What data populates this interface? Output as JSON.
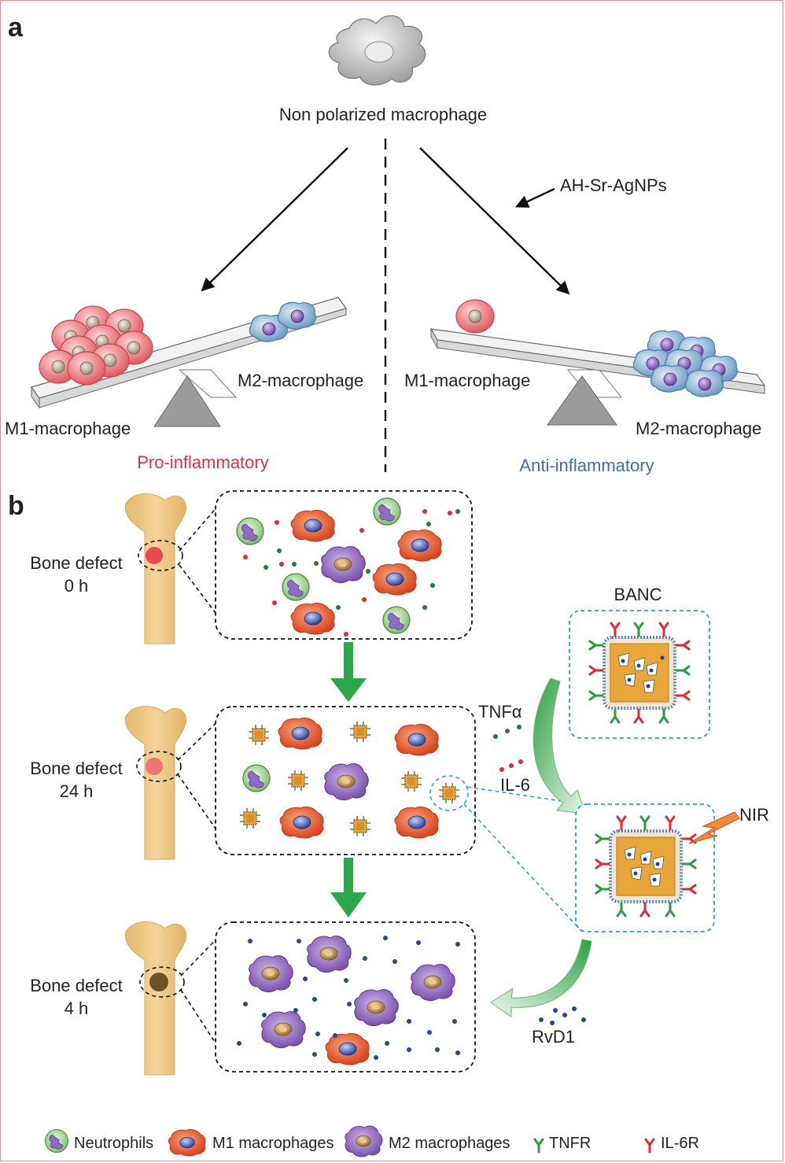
{
  "colors": {
    "border": "#e38b8f",
    "pro_inflammatory": "#e0323a",
    "anti_inflammatory": "#3e6fa6",
    "arrow_green": "#2aa84a",
    "banc_box": "#2d9fd8",
    "bone": "#f0c983",
    "tnfr": "#2e9a3e",
    "il6r": "#dd2b33",
    "m1_cell": "#e2592e",
    "m2_cell": "#8a61b8",
    "rvd1_dot": "#23479c"
  },
  "panel_a": {
    "label": "a",
    "root_label": "Non polarized macrophage",
    "treatment_label": "AH-Sr-AgNPs",
    "left": {
      "m1_label": "M1-macrophage",
      "m2_label": "M2-macrophage",
      "state_label": "Pro-inflammatory"
    },
    "right": {
      "m1_label": "M1-macrophage",
      "m2_label": "M2-macrophage",
      "state_label": "Anti-inflammatory"
    }
  },
  "panel_b": {
    "label": "b",
    "stages": [
      {
        "title": "Bone defect",
        "time": "0 h"
      },
      {
        "title": "Bone defect",
        "time": "24 h"
      },
      {
        "title": "Bone defect",
        "time": "4 h"
      }
    ],
    "banc_label": "BANC",
    "tnf_label": "TNFα",
    "il6_label": "IL-6",
    "nir_label": "NIR",
    "rvd1_label": "RvD1"
  },
  "legend": [
    {
      "icon": "neutrophil-icon",
      "label": "Neutrophils"
    },
    {
      "icon": "m1-macrophage-icon",
      "label": "M1 macrophages"
    },
    {
      "icon": "m2-macrophage-icon",
      "label": "M2 macrophages"
    },
    {
      "icon": "tnfr-icon",
      "label": "TNFR"
    },
    {
      "icon": "il6r-icon",
      "label": "IL-6R"
    }
  ]
}
